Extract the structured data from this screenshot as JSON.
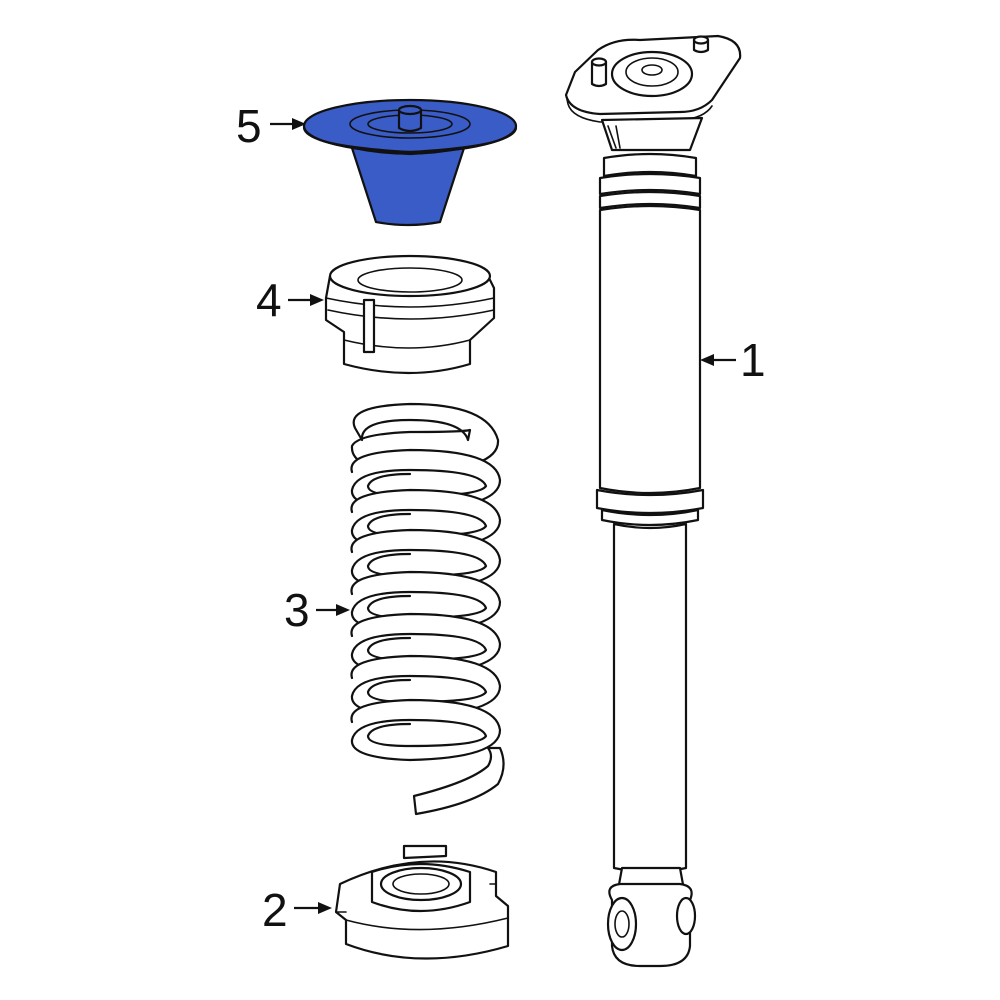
{
  "highlight_color": "#3a5cc7",
  "callouts": [
    {
      "id": "1",
      "label": "1"
    },
    {
      "id": "2",
      "label": "2"
    },
    {
      "id": "3",
      "label": "3"
    },
    {
      "id": "4",
      "label": "4"
    },
    {
      "id": "5",
      "label": "5"
    }
  ]
}
